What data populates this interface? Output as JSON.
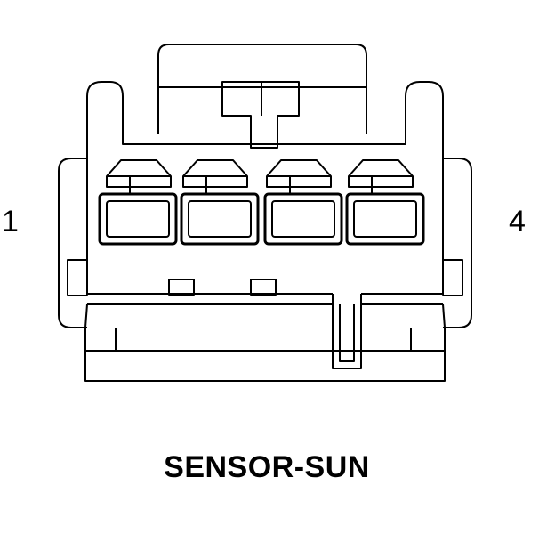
{
  "connector": {
    "name": "SENSOR-SUN",
    "cavity_count": 4,
    "pin_labels": {
      "left": "1",
      "right": "4"
    }
  },
  "colors": {
    "line": "#000000",
    "background": "#ffffff"
  }
}
